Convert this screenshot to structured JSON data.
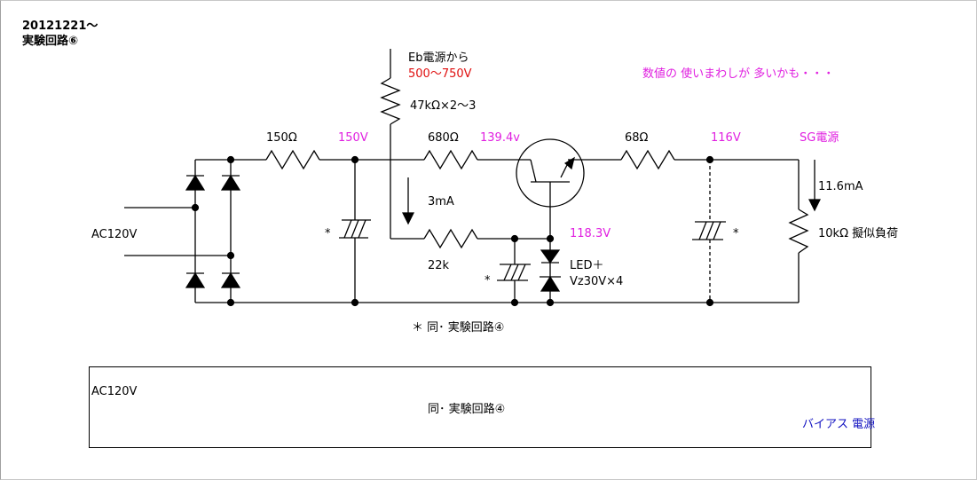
{
  "header": {
    "date": "20121221～",
    "title": "実験回路⑥"
  },
  "labels": {
    "eb_source": "Eb電源から",
    "eb_voltage": "500～750V",
    "r_47k": "47kΩ×2～3",
    "note": "数値の 使いまわしが 多いかも・・・",
    "r_150": "150Ω",
    "v_150": "150V",
    "r_680": "680Ω",
    "v_139": "139.4v",
    "r_68": "68Ω",
    "v_116": "116V",
    "sg_source": "SG電源",
    "i_11": "11.6mA",
    "i_3": "3mA",
    "ac_in": "AC120V",
    "v_118": "118.3V",
    "load": "10kΩ 擬似負荷",
    "r_22k": "22k",
    "led": "LED＋",
    "zener": "Vz30V×4",
    "star": "*",
    "footnote": "＊ 同･ 実験回路④"
  },
  "bias_box": {
    "ac": "AC120V",
    "center": "同･ 実験回路④",
    "right": "バイアス 電源"
  },
  "colors": {
    "accent": "#e020e0",
    "red": "#e01010",
    "blue": "#1010c0"
  }
}
